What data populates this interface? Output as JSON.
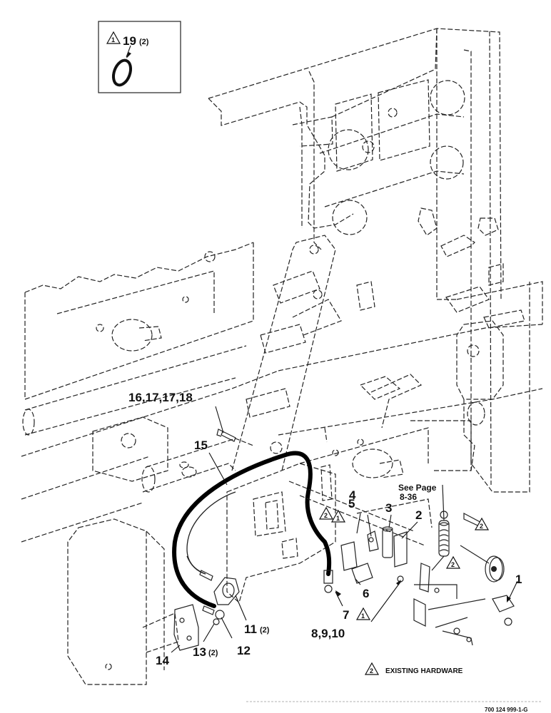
{
  "inset": {
    "part_number": "19",
    "quantity": "(2)",
    "note_marker": "1"
  },
  "callouts": [
    {
      "id": "c1",
      "label": "1"
    },
    {
      "id": "c2",
      "label": "2"
    },
    {
      "id": "c3",
      "label": "3"
    },
    {
      "id": "c4",
      "label": "4"
    },
    {
      "id": "c5",
      "label": "5"
    },
    {
      "id": "c6",
      "label": "6"
    },
    {
      "id": "c7",
      "label": "7"
    },
    {
      "id": "c8",
      "label": "8,9,10"
    },
    {
      "id": "c11",
      "label": "11"
    },
    {
      "id": "c12",
      "label": "12"
    },
    {
      "id": "c13",
      "label": "13"
    },
    {
      "id": "c14",
      "label": "14"
    },
    {
      "id": "c15",
      "label": "15"
    },
    {
      "id": "c16",
      "label": "16,17,17,18"
    }
  ],
  "quantities": {
    "q11": "(2)",
    "q13": "(2)"
  },
  "see_page": {
    "line1": "See Page",
    "line2": "8-36"
  },
  "note_markers": {
    "existing": "2",
    "new": "1"
  },
  "legend": {
    "marker": "2",
    "text": "EXISTING HARDWARE"
  },
  "figure_number": "700 124 999-1-G"
}
